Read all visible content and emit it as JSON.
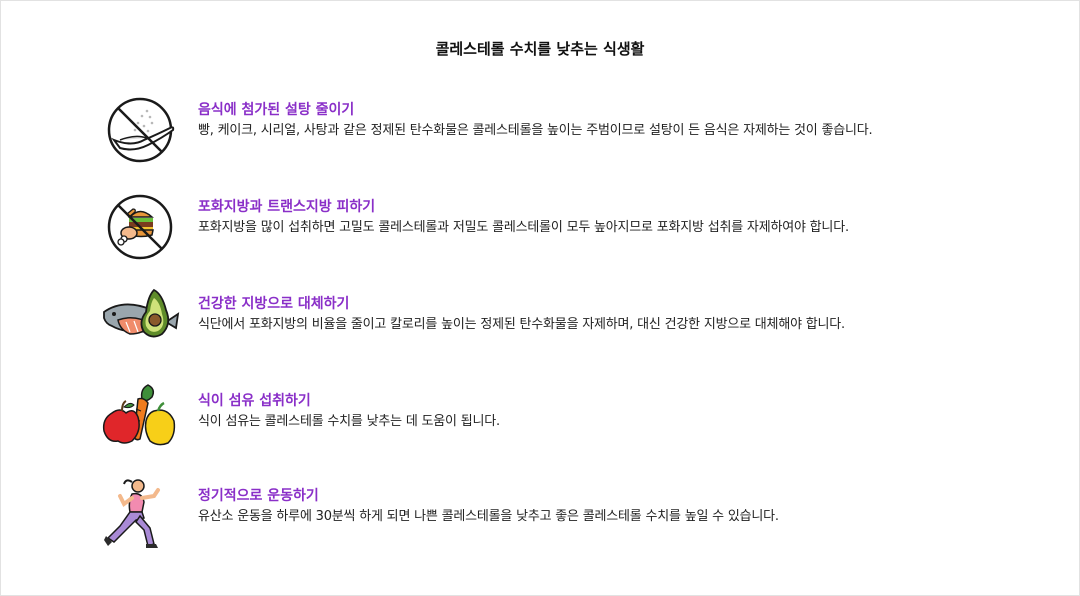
{
  "title": "콜레스테롤 수치를 낮추는 식생활",
  "colors": {
    "accent": "#8a2fc8",
    "text": "#222222"
  },
  "items": [
    {
      "icon": "no-sugar-icon",
      "heading": "음식에 첨가된 설탕 줄이기",
      "description": "빵, 케이크, 시리얼, 사탕과 같은 정제된 탄수화물은 콜레스테롤을 높이는 주범이므로 설탕이 든 음식은 자제하는 것이 좋습니다."
    },
    {
      "icon": "no-fast-food-icon",
      "heading": "포화지방과 트랜스지방 피하기",
      "description": "포화지방을 많이 섭취하면 고밀도 콜레스테롤과 저밀도 콜레스테롤이 모두 높아지므로 포화지방 섭취를 자제하여야 합니다."
    },
    {
      "icon": "fish-avocado-icon",
      "heading": "건강한 지방으로 대체하기",
      "description": "식단에서 포화지방의 비율을 줄이고 칼로리를 높이는 정제된 탄수화물을 자제하며, 대신 건강한 지방으로 대체해야 합니다."
    },
    {
      "icon": "vegetables-icon",
      "heading": "식이 섬유 섭취하기",
      "description": "식이 섬유는 콜레스테롤 수치를 낮추는 데 도움이 됩니다."
    },
    {
      "icon": "running-person-icon",
      "heading": "정기적으로 운동하기",
      "description": "유산소 운동을 하루에 30분씩 하게 되면 나쁜 콜레스테롤을 낮추고 좋은 콜레스테롤 수치를 높일 수 있습니다."
    }
  ]
}
